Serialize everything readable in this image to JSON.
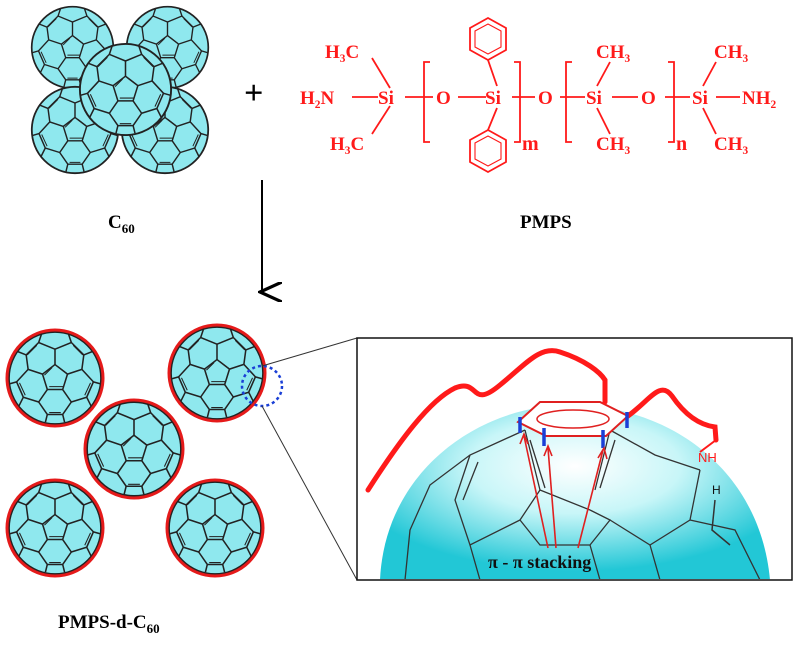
{
  "reactants": {
    "c60": {
      "label": "C",
      "label_sub": "60"
    },
    "plus": "+",
    "pmps": {
      "label": "PMPS",
      "groups": {
        "h3c_top": "H₃C",
        "h3c_bottom": "H₃C",
        "h2n": "H₂N",
        "si": "Si",
        "o": "O",
        "ch3": "CH₃",
        "nh2": "NH₂",
        "m": "m",
        "n": "n"
      }
    }
  },
  "product": {
    "label": "PMPS-d-C",
    "label_sub": "60"
  },
  "zoom": {
    "nh": "NH",
    "h": "H",
    "stacking": "π - π stacking"
  },
  "colors": {
    "fullerene": "#8fe8ee",
    "polymer": "#ff1a1a",
    "ring": "#e02020",
    "stacking_marks": "#1a3fd6"
  }
}
